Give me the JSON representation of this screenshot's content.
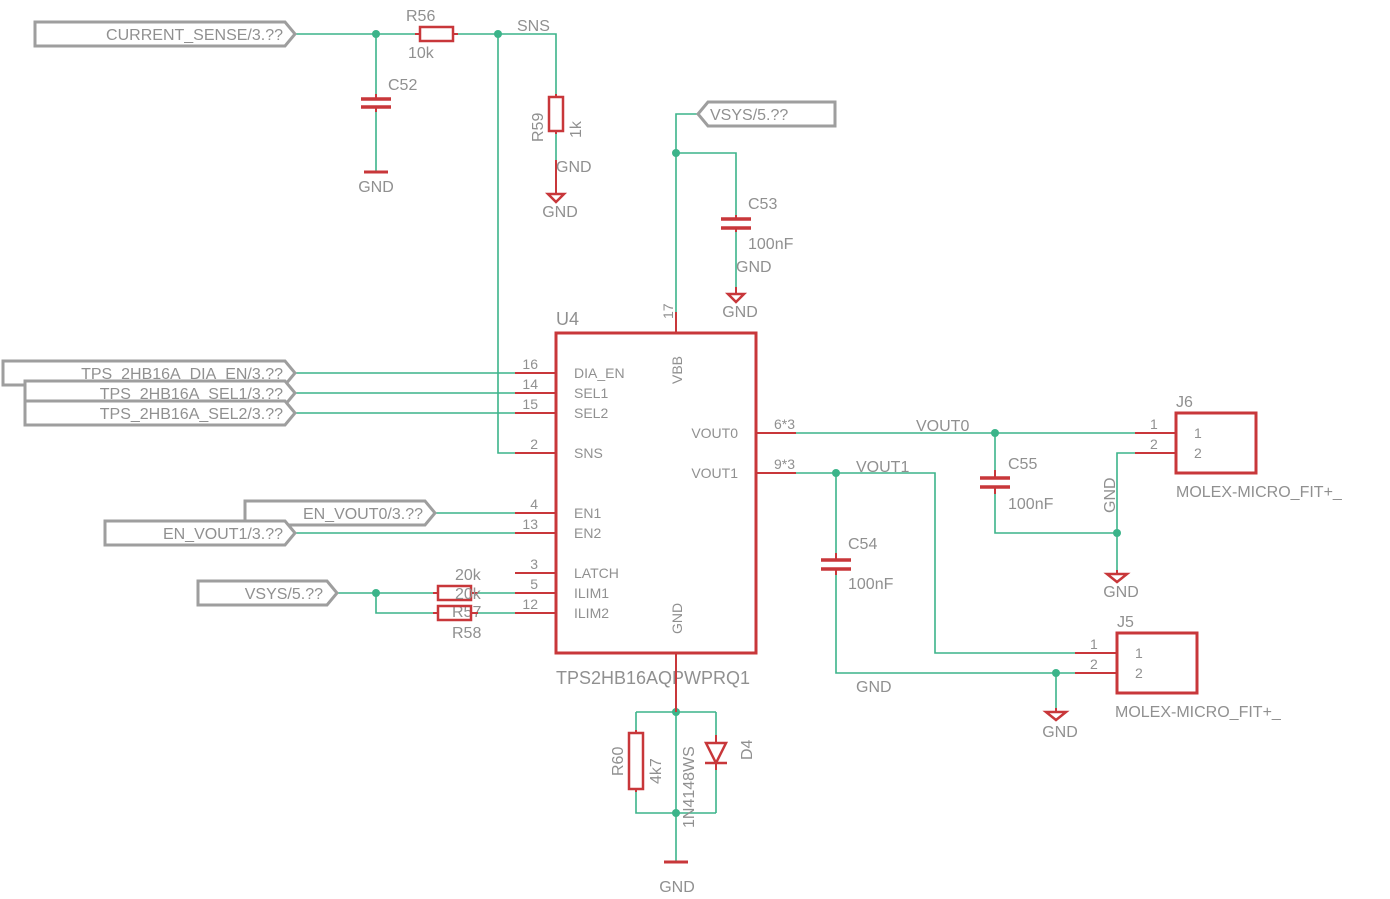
{
  "ports": {
    "current_sense": "CURRENT_SENSE/3.??",
    "vsys_top": "VSYS/5.??",
    "dia_en": "TPS_2HB16A_DIA_EN/3.??",
    "sel1": "TPS_2HB16A_SEL1/3.??",
    "sel2": "TPS_2HB16A_SEL2/3.??",
    "en_vout0": "EN_VOUT0/3.??",
    "en_vout1": "EN_VOUT1/3.??",
    "vsys_left": "VSYS/5.??"
  },
  "nets": {
    "sns": "SNS",
    "vout0": "VOUT0",
    "vout1": "VOUT1",
    "gnd": "GND"
  },
  "parts": {
    "r56": {
      "ref": "R56",
      "value": "10k"
    },
    "r59": {
      "ref": "R59",
      "value": "1k"
    },
    "c52": {
      "ref": "C52"
    },
    "c53": {
      "ref": "C53",
      "value": "100nF"
    },
    "c54": {
      "ref": "C54",
      "value": "100nF"
    },
    "c55": {
      "ref": "C55",
      "value": "100nF"
    },
    "r57": {
      "ref": "R57",
      "value": "20k"
    },
    "r58": {
      "ref": "R58",
      "value": "20k"
    },
    "r60": {
      "ref": "R60",
      "value": "4k7"
    },
    "d4": {
      "ref": "D4",
      "value": "1N4148WS"
    },
    "j5": {
      "ref": "J5",
      "value": "MOLEX-MICRO_FIT+_",
      "pin1": "1",
      "pin2": "2"
    },
    "j6": {
      "ref": "J6",
      "value": "MOLEX-MICRO_FIT+_",
      "pin1": "1",
      "pin2": "2"
    }
  },
  "ic": {
    "ref": "U4",
    "value": "TPS2HB16AQPWPRQ1",
    "pins": {
      "dia_en": {
        "num": "16",
        "name": "DIA_EN"
      },
      "sel1": {
        "num": "14",
        "name": "SEL1"
      },
      "sel2": {
        "num": "15",
        "name": "SEL2"
      },
      "sns": {
        "num": "2",
        "name": "SNS"
      },
      "en1": {
        "num": "4",
        "name": "EN1"
      },
      "en2": {
        "num": "13",
        "name": "EN2"
      },
      "latch": {
        "num": "3",
        "name": "LATCH"
      },
      "ilim1": {
        "num": "5",
        "name": "ILIM1"
      },
      "ilim2": {
        "num": "12",
        "name": "ILIM2"
      },
      "vbb": {
        "num": "17",
        "name": "VBB"
      },
      "vout0": {
        "num": "6*3",
        "name": "VOUT0"
      },
      "vout1": {
        "num": "9*3",
        "name": "VOUT1"
      },
      "gnd": {
        "name": "GND"
      }
    }
  },
  "colors": {
    "wire": "#3cb48a",
    "symbol": "#c8373a",
    "text": "#909090",
    "port_outline": "#9e9e9e"
  }
}
